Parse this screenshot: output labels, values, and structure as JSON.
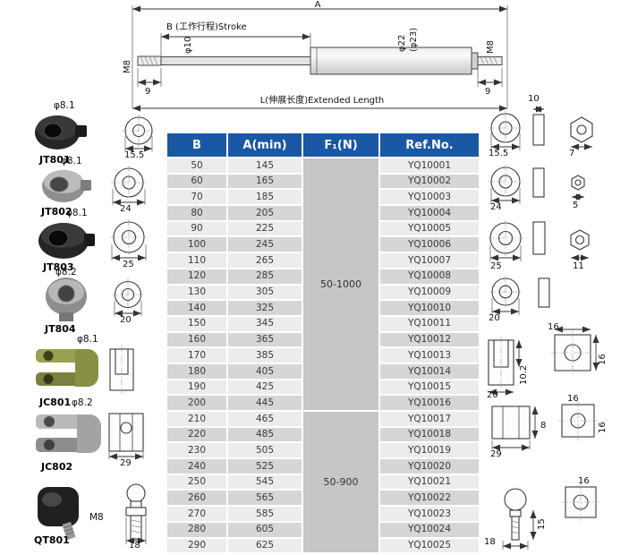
{
  "drawing": {
    "dim_a": "A",
    "dim_b": "B (工作行程)Stroke",
    "dim_l": "L(伸展长度)Extended Length",
    "rod_dia": "φ10",
    "tube_dia_line1": "φ22",
    "tube_dia_line2": "(φ23)",
    "thread_left": "M8",
    "thread_right": "M8",
    "end_dim_left": "9",
    "end_dim_right": "9"
  },
  "fittings_left": [
    {
      "name": "JT801",
      "dia": "φ8.1",
      "dim": "15.5"
    },
    {
      "name": "JT802",
      "dia": "φ8.1",
      "dim": "24"
    },
    {
      "name": "JT803",
      "dia": "φ8.1",
      "dim": "25"
    },
    {
      "name": "JT804",
      "dia": "φ8.2",
      "dim": "20"
    },
    {
      "name": "JC801",
      "dia": "φ8.1",
      "dim": ""
    },
    {
      "name": "JC802",
      "dia": "φ8.2",
      "dim": "29"
    },
    {
      "name": "QT801",
      "dia": "M8",
      "dim": "18"
    }
  ],
  "drawings_right": [
    {
      "dims": [
        "15.5",
        "10",
        "7"
      ]
    },
    {
      "dims": [
        "24",
        "5"
      ]
    },
    {
      "dims": [
        "25",
        "11"
      ]
    },
    {
      "dims": [
        "20"
      ]
    },
    {
      "dims": [
        "20",
        "10.2",
        "16",
        "16"
      ]
    },
    {
      "dims": [
        "29",
        "8",
        "16",
        "16"
      ]
    },
    {
      "dims": [
        "18",
        "15",
        "16"
      ]
    }
  ],
  "table": {
    "headers": [
      "B",
      "A(min)",
      "F₁(N)",
      "Ref.No."
    ],
    "f1_groups": [
      {
        "label": "50-1000",
        "span": 16
      },
      {
        "label": "50-900",
        "span": 9
      }
    ],
    "rows": [
      {
        "b": "50",
        "a": "145",
        "ref": "YQ10001"
      },
      {
        "b": "60",
        "a": "165",
        "ref": "YQ10002"
      },
      {
        "b": "70",
        "a": "185",
        "ref": "YQ10003"
      },
      {
        "b": "80",
        "a": "205",
        "ref": "YQ10004"
      },
      {
        "b": "90",
        "a": "225",
        "ref": "YQ10005"
      },
      {
        "b": "100",
        "a": "245",
        "ref": "YQ10006"
      },
      {
        "b": "110",
        "a": "265",
        "ref": "YQ10007"
      },
      {
        "b": "120",
        "a": "285",
        "ref": "YQ10008"
      },
      {
        "b": "130",
        "a": "305",
        "ref": "YQ10009"
      },
      {
        "b": "140",
        "a": "325",
        "ref": "YQ10010"
      },
      {
        "b": "150",
        "a": "345",
        "ref": "YQ10011"
      },
      {
        "b": "160",
        "a": "365",
        "ref": "YQ10012"
      },
      {
        "b": "170",
        "a": "385",
        "ref": "YQ10013"
      },
      {
        "b": "180",
        "a": "405",
        "ref": "YQ10014"
      },
      {
        "b": "190",
        "a": "425",
        "ref": "YQ10015"
      },
      {
        "b": "200",
        "a": "445",
        "ref": "YQ10016"
      },
      {
        "b": "210",
        "a": "465",
        "ref": "YQ10017"
      },
      {
        "b": "220",
        "a": "485",
        "ref": "YQ10018"
      },
      {
        "b": "230",
        "a": "505",
        "ref": "YQ10019"
      },
      {
        "b": "240",
        "a": "525",
        "ref": "YQ10020"
      },
      {
        "b": "250",
        "a": "545",
        "ref": "YQ10021"
      },
      {
        "b": "260",
        "a": "565",
        "ref": "YQ10022"
      },
      {
        "b": "270",
        "a": "585",
        "ref": "YQ10023"
      },
      {
        "b": "280",
        "a": "605",
        "ref": "YQ10024"
      },
      {
        "b": "290",
        "a": "625",
        "ref": "YQ10025"
      }
    ]
  },
  "colors": {
    "header_bg": "#1a57a5",
    "header_text": "#ffffff",
    "row_light": "#ececec",
    "row_dark": "#d6d6d6",
    "f1_cell_bg": "#c6c6c6",
    "cell_text": "#3a3a3a"
  }
}
